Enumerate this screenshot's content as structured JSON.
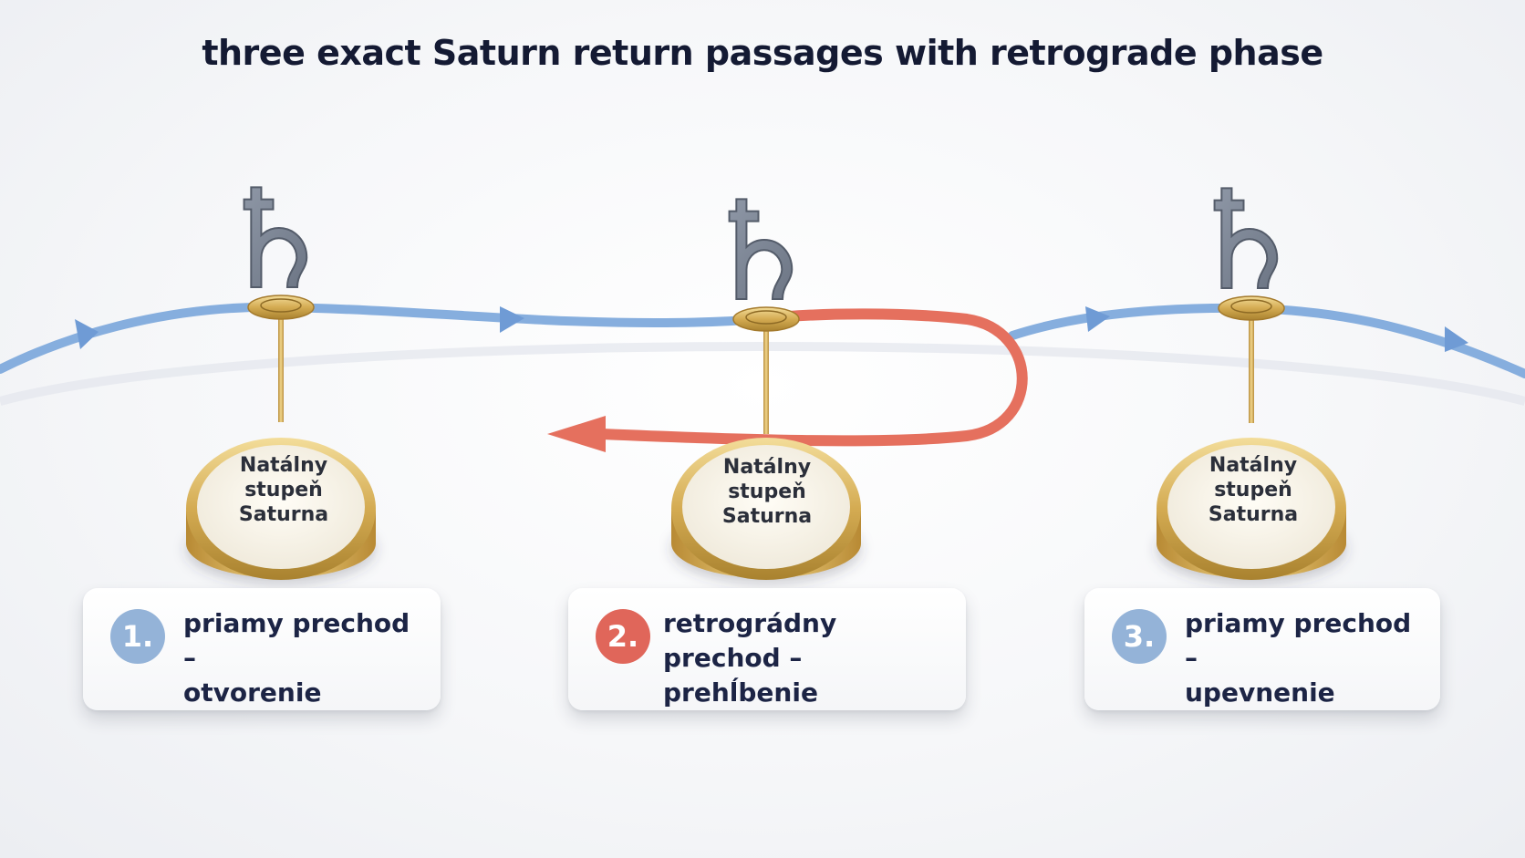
{
  "title": "three exact Saturn return passages with retrograde phase",
  "colors": {
    "direct_path": "#86aede",
    "retrograde_path": "#e5705e",
    "badge_direct": "#94b3d8",
    "badge_retrograde": "#e0665a",
    "gold": "#c9a350",
    "saturn_symbol": "#7c8595"
  },
  "icons": {
    "planet_symbol": "saturn-icon",
    "symbol_glyph": "♄"
  },
  "passages": [
    {
      "number": "1.",
      "disc_label": [
        "Natálny",
        "stupeň",
        "Saturna"
      ],
      "text_line1": "priamy prechod –",
      "text_line2": "otvorenie",
      "kind": "direct"
    },
    {
      "number": "2.",
      "disc_label": [
        "Natálny",
        "stupeň",
        "Saturna"
      ],
      "text_line1": "retrográdny prechod –",
      "text_line2": "prehĺbenie",
      "kind": "retrograde"
    },
    {
      "number": "3.",
      "disc_label": [
        "Natálny",
        "stupeň",
        "Saturna"
      ],
      "text_line1": "priamy prechod –",
      "text_line2": "upevnenie",
      "kind": "direct"
    }
  ]
}
